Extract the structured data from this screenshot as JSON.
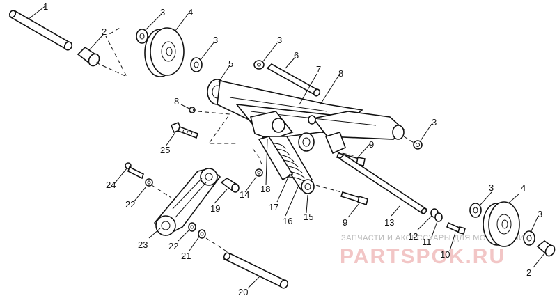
{
  "callouts": {
    "n1": "1",
    "n2a": "2",
    "n2b": "2",
    "n3a": "3",
    "n3b": "3",
    "n3c": "3",
    "n3d": "3",
    "n3e": "3",
    "n3f": "3",
    "n4a": "4",
    "n4b": "4",
    "n5": "5",
    "n6": "6",
    "n7": "7",
    "n8a": "8",
    "n8b": "8",
    "n9a": "9",
    "n9b": "9",
    "n10": "10",
    "n11": "11",
    "n12": "12",
    "n13": "13",
    "n14": "14",
    "n15": "15",
    "n16": "16",
    "n17": "17",
    "n18": "18",
    "n19": "19",
    "n20": "20",
    "n21": "21",
    "n22a": "22",
    "n22b": "22",
    "n23": "23",
    "n24": "24",
    "n25": "25"
  },
  "watermark": {
    "caption": "ЗАПЧАСТИ И АКСЕССУАРЫ ДЛЯ МОТОТЕХНИКИ",
    "brand": "PARTSPOK.RU"
  },
  "colors": {
    "line": "#111111",
    "background": "#ffffff",
    "watermark_brand": "#f2c6c6",
    "watermark_caption": "#b9b9b9"
  }
}
